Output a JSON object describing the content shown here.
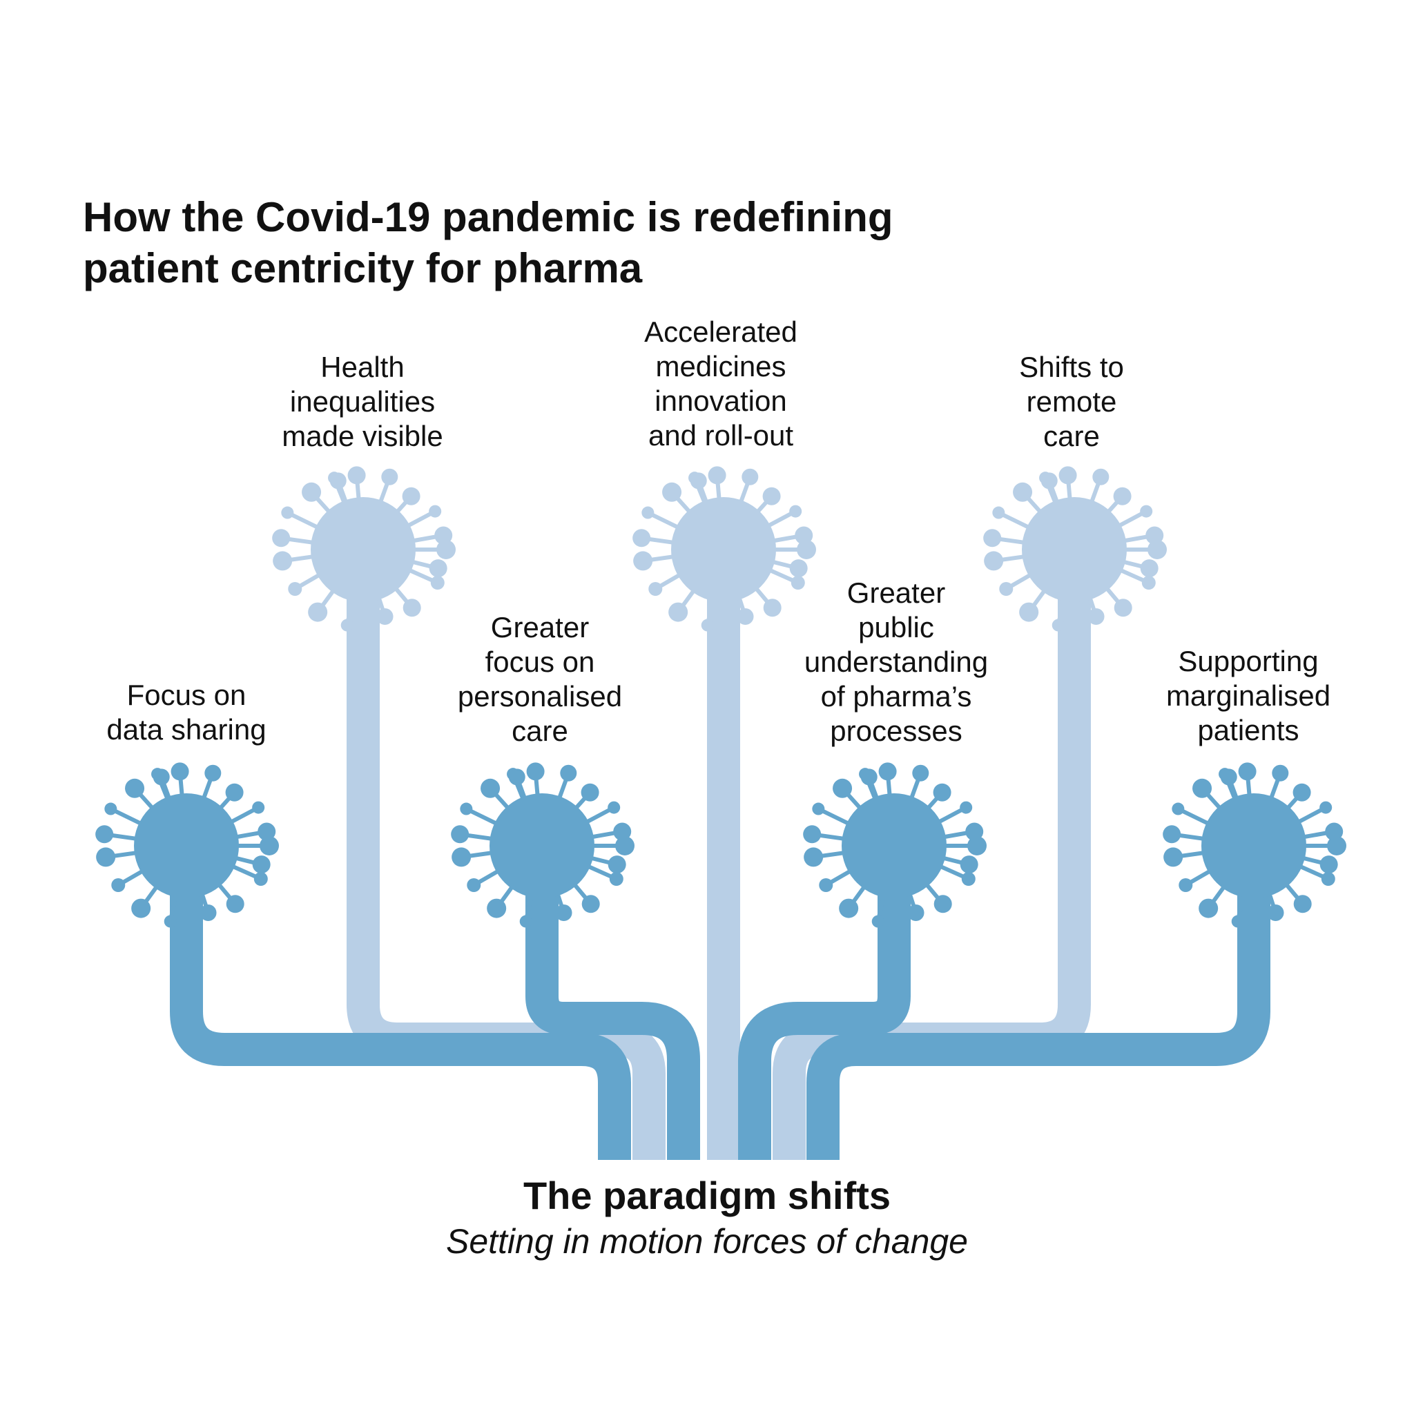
{
  "title": [
    "How the Covid-19 pandemic is redefining",
    "patient centricity for pharma"
  ],
  "colors": {
    "dark": "#64a5cc",
    "light": "#b8cfe6",
    "text": "#111111"
  },
  "branches": [
    {
      "id": "data-sharing",
      "tone": "dark",
      "lines": [
        "Focus on",
        "data sharing"
      ]
    },
    {
      "id": "health-inequalities",
      "tone": "light",
      "lines": [
        "Health",
        "inequalities",
        "made visible"
      ]
    },
    {
      "id": "personalised-care",
      "tone": "dark",
      "lines": [
        "Greater",
        "focus on",
        "personalised",
        "care"
      ]
    },
    {
      "id": "accelerated-medicines",
      "tone": "light",
      "lines": [
        "Accelerated",
        "medicines",
        "innovation",
        "and roll-out"
      ]
    },
    {
      "id": "public-understanding",
      "tone": "dark",
      "lines": [
        "Greater",
        "public",
        "understanding",
        "of pharma’s",
        "processes"
      ]
    },
    {
      "id": "remote-care",
      "tone": "light",
      "lines": [
        "Shifts to",
        "remote",
        "care"
      ]
    },
    {
      "id": "marginalised-patients",
      "tone": "dark",
      "lines": [
        "Supporting",
        "marginalised",
        "patients"
      ]
    }
  ],
  "footer": {
    "title": "The paradigm shifts",
    "subtitle": "Setting in motion forces of change"
  }
}
